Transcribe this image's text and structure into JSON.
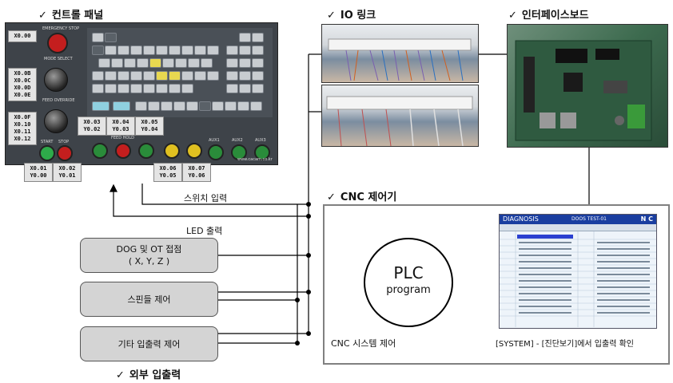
{
  "sections": {
    "control_panel": "컨트롤 패널",
    "io_link": "IO 링크",
    "interface_board": "인터페이스보드",
    "cnc_controller": "CNC 제어기",
    "external_io": "외부 입출력"
  },
  "check_glyph": "✓",
  "panel_tags": {
    "t1": [
      "X0.00"
    ],
    "t2": [
      "X0.0B",
      "X0.0C",
      "X0.0D",
      "X0.0E"
    ],
    "t3": [
      "X0.0F",
      "X0.10",
      "X0.11",
      "X0.12"
    ],
    "t4": [
      "X0.03",
      "Y0.02"
    ],
    "t5": [
      "X0.04",
      "Y0.03"
    ],
    "t6": [
      "X0.05",
      "Y0.04"
    ],
    "t7": [
      "X0.01",
      "Y0.00"
    ],
    "t8": [
      "X0.02",
      "Y0.01"
    ],
    "t9": [
      "X0.06",
      "Y0.05"
    ],
    "t10": [
      "X0.07",
      "Y0.06"
    ]
  },
  "panel_text": {
    "emergency": "EMERGENCY STOP",
    "mode": "MODE SELECT",
    "feed": "FEED OVERRIDE",
    "start": "START",
    "stop": "STOP",
    "feed_hold": "FEED HOLD",
    "aux1": "AUX1",
    "aux2": "AUX2",
    "aux3": "AUX3",
    "brand": "www.cacam.co.kr"
  },
  "labels": {
    "switch_input": "스위치 입력",
    "led_output": "LED 출력",
    "cnc_system": "CNC 시스템 제어",
    "system_check": "[SYSTEM] - [진단보기]에서 입출력 확인"
  },
  "io_boxes": {
    "dog_line1": "DOG 및 OT 접점",
    "dog_line2": "( X, Y, Z )",
    "spindle": "스핀들 제어",
    "other": "기타 입출력 제어"
  },
  "plc": {
    "title": "PLC",
    "subtitle": "program"
  },
  "diagnosis": {
    "title": "DIAGNOSIS",
    "subtitle": "DOOS TEST-01",
    "mode": "N  C"
  }
}
